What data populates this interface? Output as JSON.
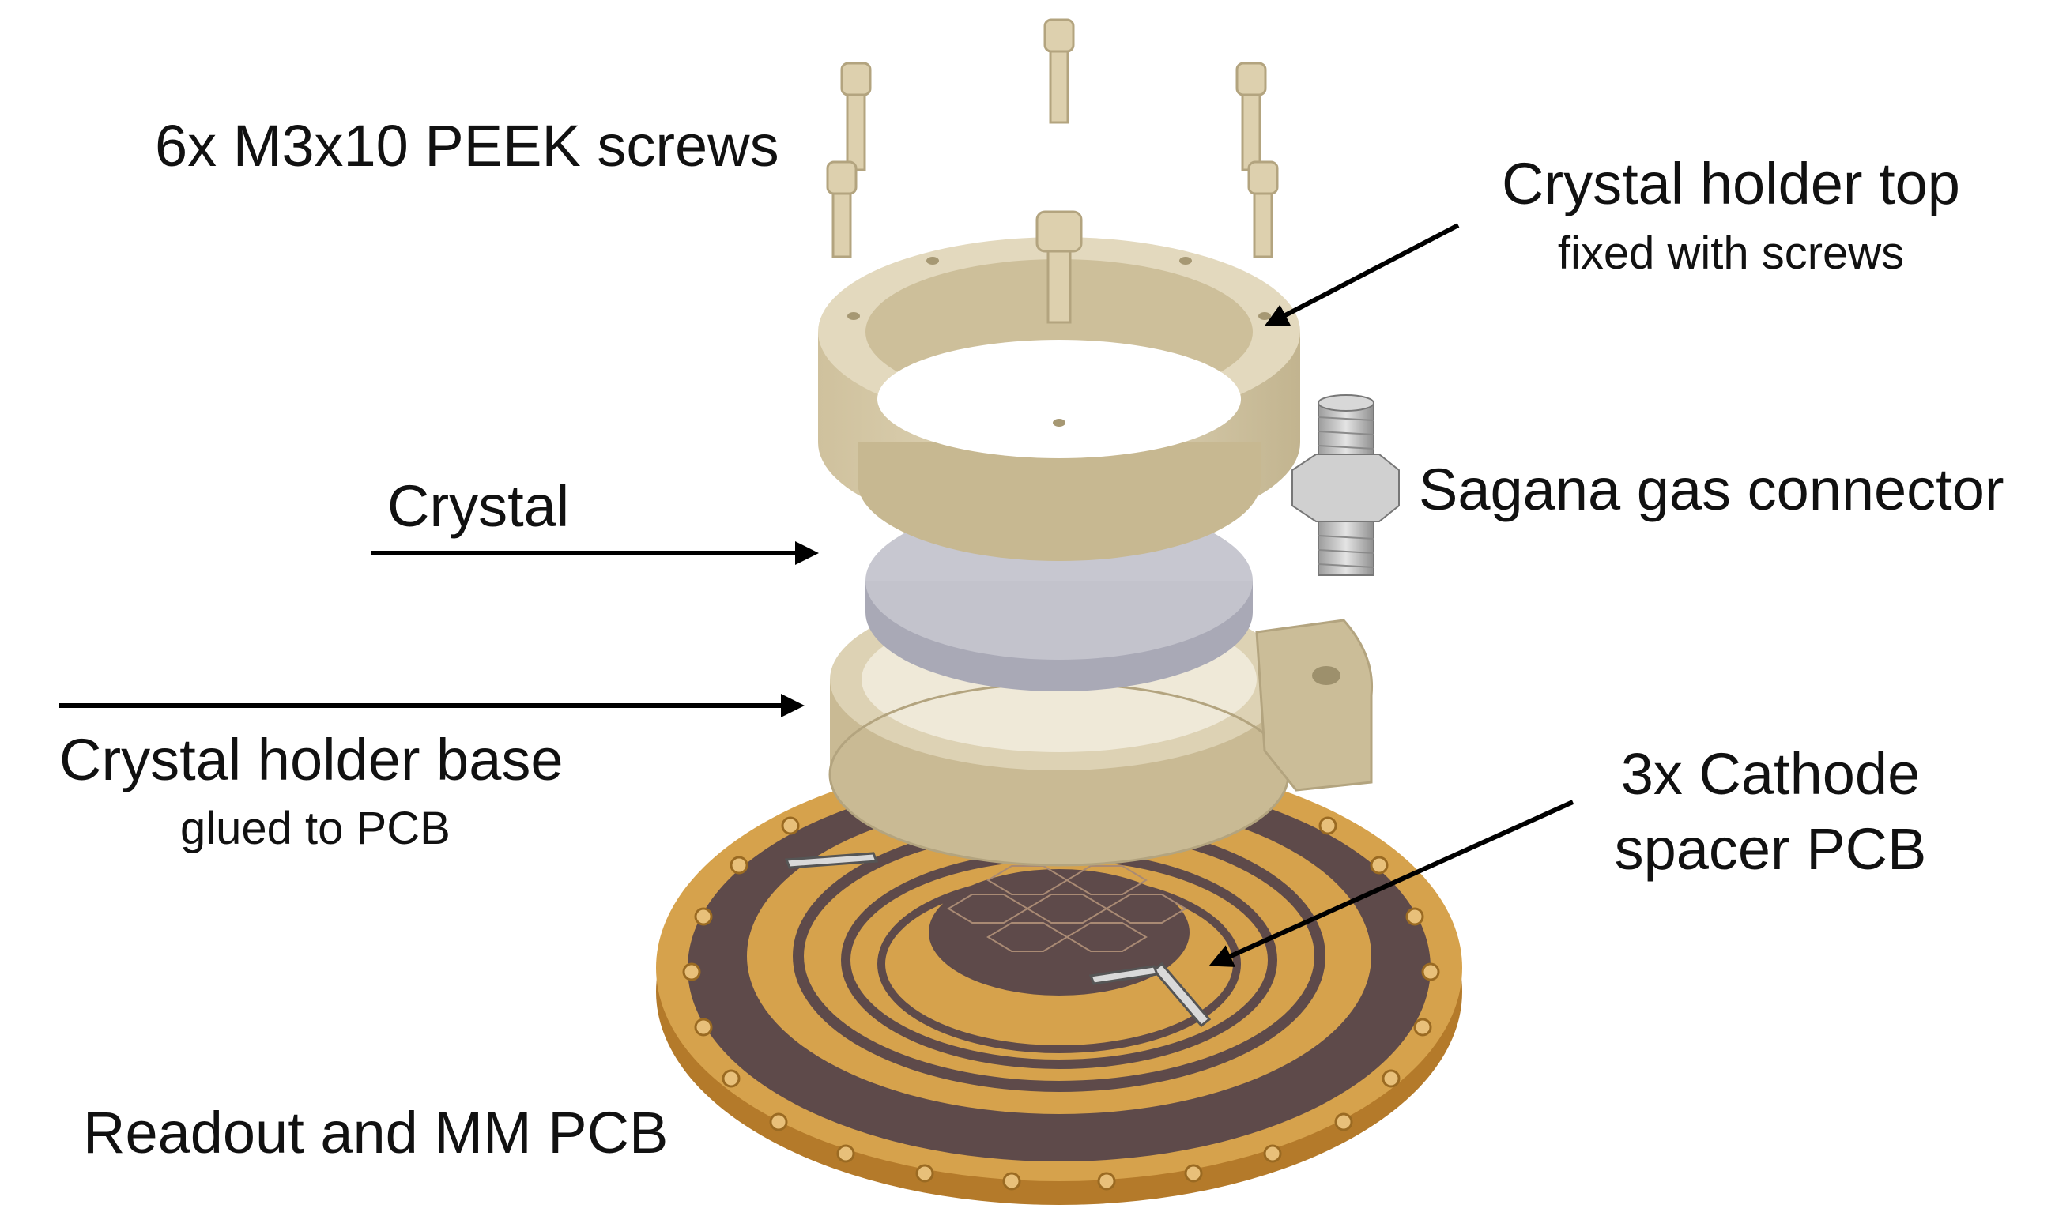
{
  "labels": {
    "screws": "6x M3x10 PEEK screws",
    "holder_top": "Crystal holder top",
    "holder_top_note": "fixed with screws",
    "gas_connector": "Sagana gas connector",
    "crystal": "Crystal",
    "holder_base": "Crystal holder base",
    "holder_base_note": "glued to PCB",
    "cathode_spacer_line1": "3x Cathode",
    "cathode_spacer_line2": "spacer PCB",
    "readout_pcb": "Readout and MM PCB"
  },
  "colors": {
    "peek": "#d8ccab",
    "peek_shadow": "#bcae8a",
    "pcb_copper": "#d6a24c",
    "pcb_dark": "#5e4a4a",
    "crystal": "#b8b8c4",
    "metal": "#c8c8c8",
    "arrow": "#000000"
  }
}
